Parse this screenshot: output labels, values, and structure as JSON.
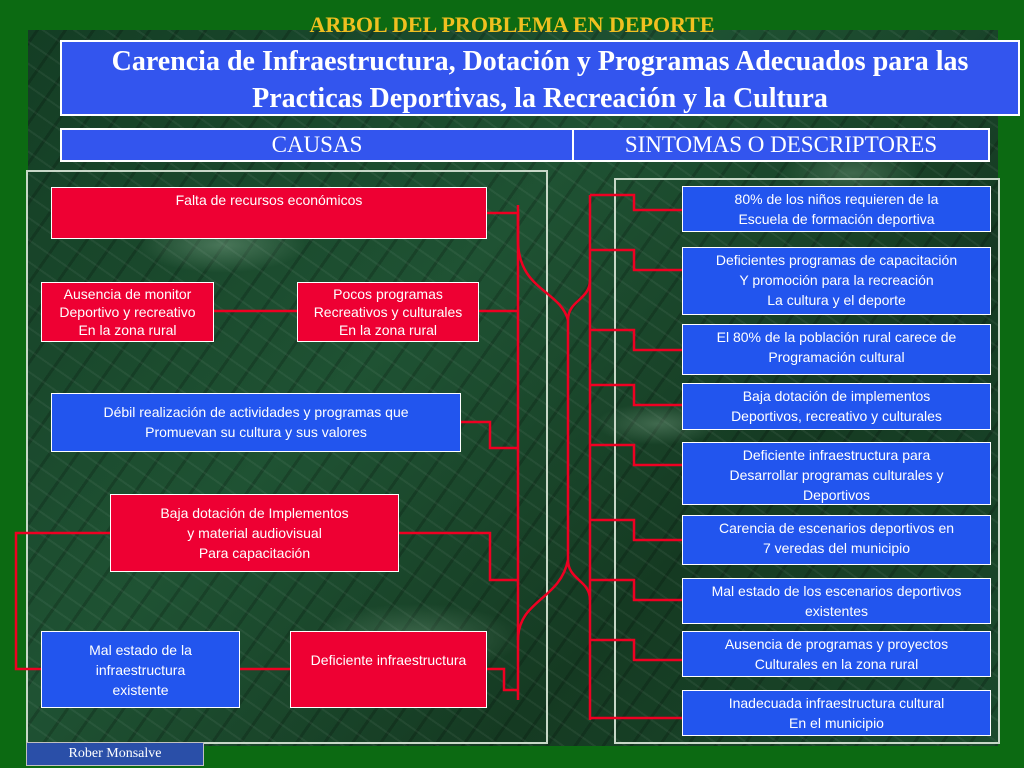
{
  "slide": {
    "title": "ARBOL DEL PROBLEMA EN DEPORTE",
    "main_problem": "Carencia de Infraestructura, Dotación y Programas Adecuados para las Practicas Deportivas, la Recreación y la Cultura",
    "footer": "Rober Monsalve"
  },
  "headers": {
    "causes": "CAUSAS",
    "symptoms": "SINTOMAS O DESCRIPTORES"
  },
  "causes": [
    {
      "id": "c1",
      "color": "red",
      "text": "Falta de recursos económicos"
    },
    {
      "id": "c2",
      "color": "red",
      "text": "Ausencia de monitor\nDeportivo y recreativo\nEn la zona rural"
    },
    {
      "id": "c3",
      "color": "red",
      "text": "Pocos programas\nRecreativos y culturales\nEn la zona rural"
    },
    {
      "id": "c4",
      "color": "blue",
      "text": "Débil realización de actividades y programas que\nPromuevan su cultura y sus valores"
    },
    {
      "id": "c5",
      "color": "red",
      "text": "Baja dotación de Implementos\ny  material audiovisual\nPara capacitación"
    },
    {
      "id": "c6",
      "color": "blue",
      "text": "Mal estado de la\ninfraestructura\nexistente"
    },
    {
      "id": "c7",
      "color": "red",
      "text": "Deficiente infraestructura"
    }
  ],
  "symptoms": [
    {
      "id": "s1",
      "text": "80% de los niños requieren de la\nEscuela de formación deportiva"
    },
    {
      "id": "s2",
      "text": "Deficientes programas de capacitación\nY promoción para la recreación\nLa cultura y el deporte"
    },
    {
      "id": "s3",
      "text": "El 80% de la población rural carece de\nProgramación cultural"
    },
    {
      "id": "s4",
      "text": "Baja dotación de implementos\nDeportivos, recreativo y culturales"
    },
    {
      "id": "s5",
      "text": "Deficiente infraestructura para\nDesarrollar programas culturales y\nDeportivos"
    },
    {
      "id": "s6",
      "text": "Carencia de escenarios deportivos en\n7 veredas del municipio"
    },
    {
      "id": "s7",
      "text": "Mal estado de los escenarios deportivos\nexistentes"
    },
    {
      "id": "s8",
      "text": "Ausencia de programas y proyectos\nCulturales en la zona rural"
    },
    {
      "id": "s9",
      "text": "Inadecuada infraestructura cultural\nEn el municipio"
    }
  ],
  "colors": {
    "background": "#0c6a12",
    "title": "#f0c020",
    "blue_box": "#2255ee",
    "red_box": "#ee0033",
    "connector": "#ee0022"
  }
}
